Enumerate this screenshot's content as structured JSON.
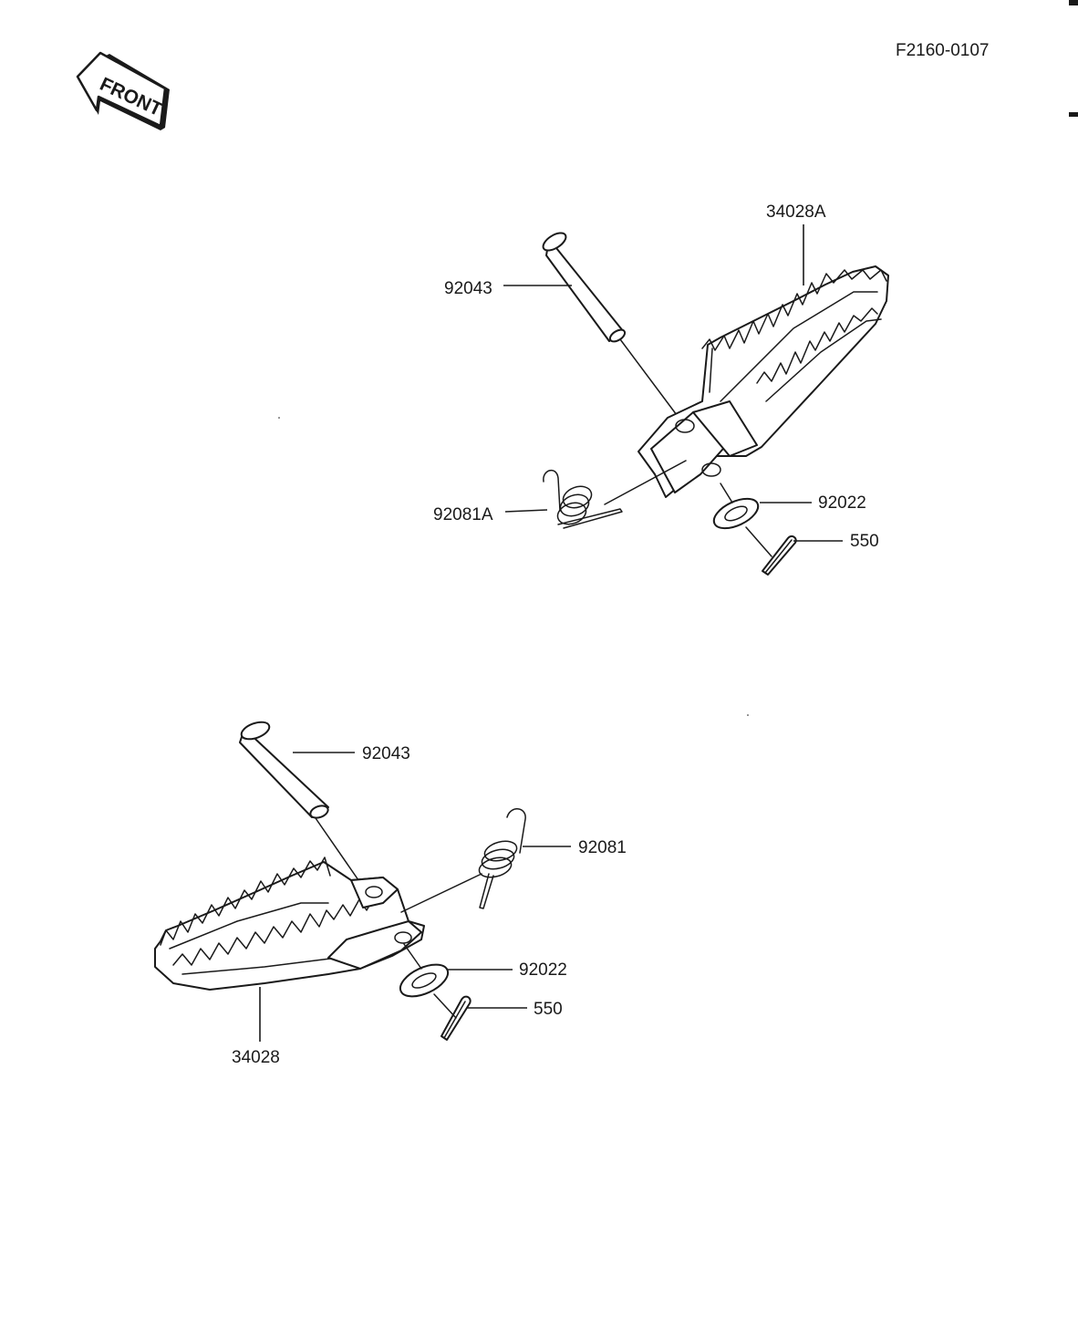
{
  "header": {
    "figure_code": "F2160-0107",
    "front_label": "FRONT"
  },
  "upper_assembly": {
    "footpeg": "34028A",
    "pin": "92043",
    "spring": "92081A",
    "washer": "92022",
    "cotter_pin": "550"
  },
  "lower_assembly": {
    "footpeg": "34028",
    "pin": "92043",
    "spring": "92081",
    "washer": "92022",
    "cotter_pin": "550"
  }
}
